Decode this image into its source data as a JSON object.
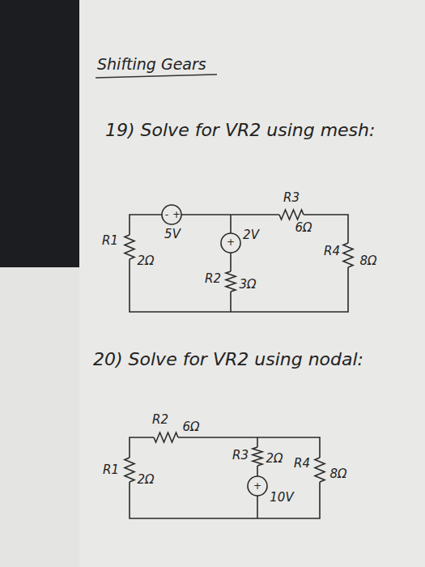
{
  "diagram": {
    "title": "Shifting Gears",
    "labels": [
      "19) Solve for VR2 using mesh:",
      "-",
      "+",
      "5V",
      "R1",
      "2Ω",
      "+",
      "2V",
      "R3",
      "6Ω",
      "R4",
      "8Ω",
      "R2",
      "3Ω",
      "20) Solve for VR2 using nodal:",
      "R2",
      "6Ω",
      "R1",
      "2Ω",
      "R3",
      "2Ω",
      "R4",
      "8Ω",
      "+",
      "10V"
    ]
  }
}
